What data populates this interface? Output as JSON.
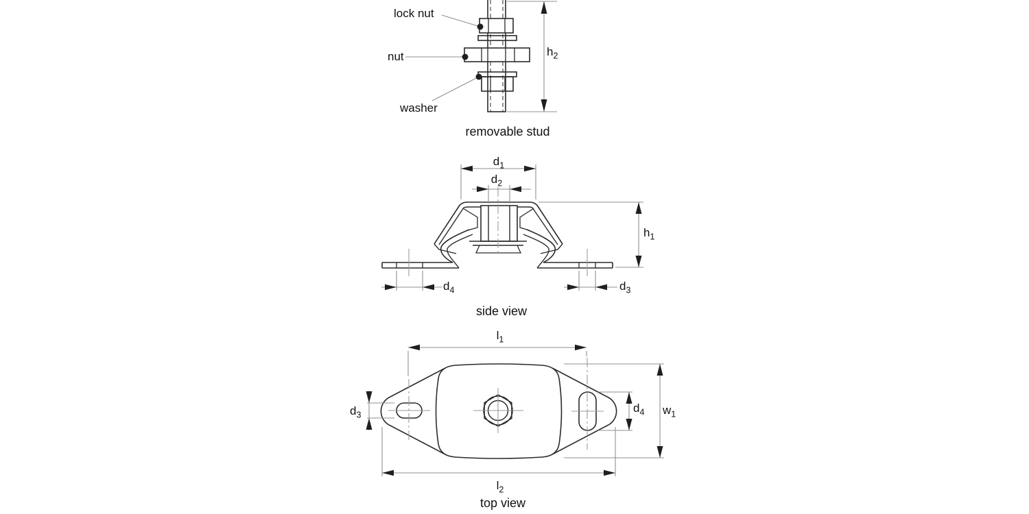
{
  "figure": {
    "type": "technical-drawing",
    "subject": "vibration mount with removable stud"
  },
  "colors": {
    "background": "#ffffff",
    "main_line": "#2a2a2a",
    "thin_line": "#8f8f8f",
    "arrow_fill": "#1f1f1f",
    "text": "#111111"
  },
  "stud_figure": {
    "caption": "removable stud",
    "labels": {
      "lock_nut": "lock nut",
      "nut": "nut",
      "washer": "washer"
    },
    "dimensions": {
      "h2": {
        "base": "h",
        "sub": "2"
      }
    }
  },
  "side_view": {
    "caption": "side view",
    "dimensions": {
      "d1": {
        "base": "d",
        "sub": "1"
      },
      "d2": {
        "base": "d",
        "sub": "2"
      },
      "h1": {
        "base": "h",
        "sub": "1"
      },
      "d4": {
        "base": "d",
        "sub": "4"
      },
      "d3": {
        "base": "d",
        "sub": "3"
      }
    }
  },
  "top_view": {
    "caption": "top view",
    "dimensions": {
      "l1": {
        "base": "l",
        "sub": "1"
      },
      "d3": {
        "base": "d",
        "sub": "3"
      },
      "d4": {
        "base": "d",
        "sub": "4"
      },
      "w1": {
        "base": "w",
        "sub": "1"
      },
      "l2": {
        "base": "l",
        "sub": "2"
      }
    }
  }
}
